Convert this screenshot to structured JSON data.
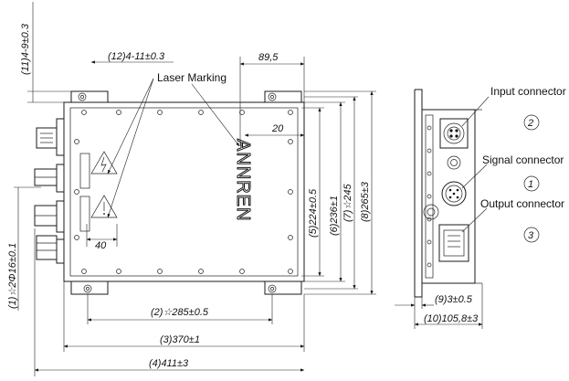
{
  "front_view": {
    "dims": {
      "d12": "(12)4-11±0.3",
      "d11": "(11)4-9±0.3",
      "d89": "89,5",
      "d20": "20",
      "d40": "40",
      "d5": "(5)224±0.5",
      "d6": "(6)236±1",
      "d7": "(7)☆245",
      "d8": "(8)265±3",
      "d1": "(1)☆2Φ16±0.1",
      "d2": "(2)☆285±0.5",
      "d3": "(3)370±1",
      "d4": "(4)411±3"
    },
    "laser_marking_label": "Laser Marking",
    "brand_text": "ANNREN"
  },
  "side_view": {
    "connectors": [
      {
        "name": "Input connector",
        "number": "2"
      },
      {
        "name": "Signal connector",
        "number": "1"
      },
      {
        "name": "Output connector",
        "number": "3"
      }
    ],
    "dims": {
      "d9": "(9)3±0.5",
      "d10": "(10)105,8±3"
    }
  }
}
